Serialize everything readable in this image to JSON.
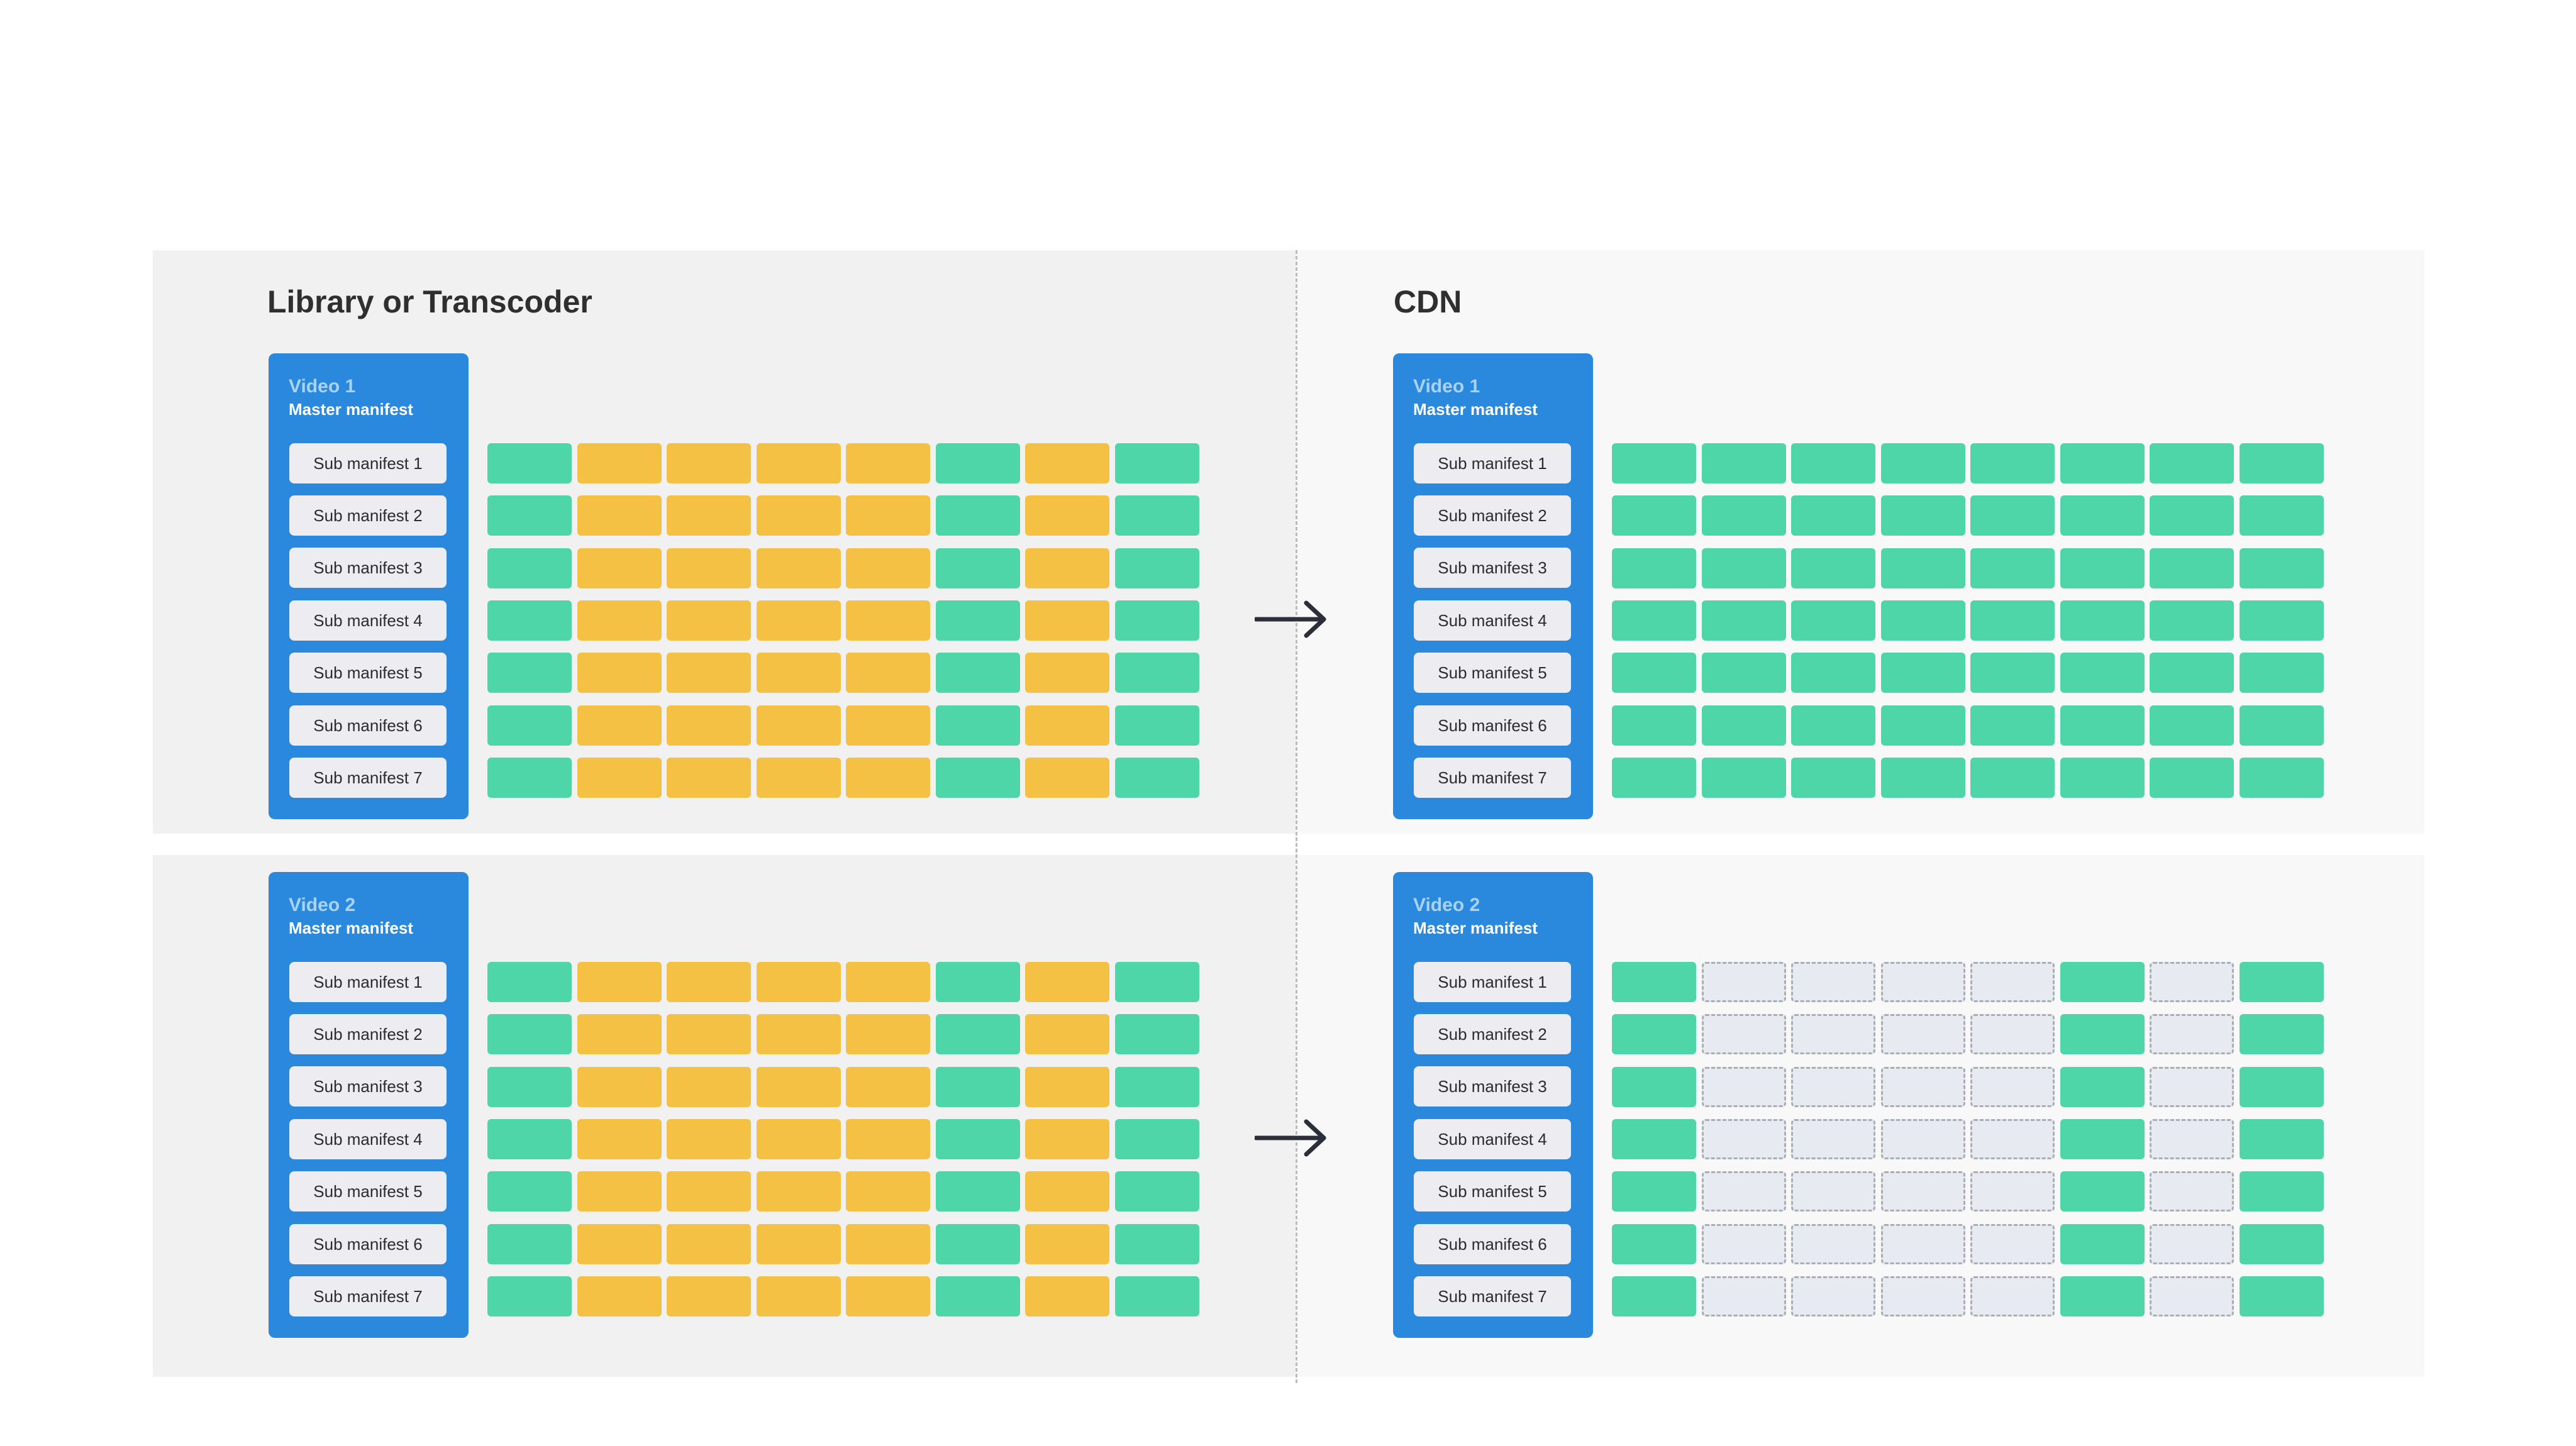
{
  "headings": {
    "left": "Library or Transcoder",
    "right": "CDN"
  },
  "colors": {
    "cached": "#4fd6a8",
    "transcoded": "#f5c145",
    "missing": "#e7ebf1",
    "card": "#2a89dc"
  },
  "rows": [
    {
      "left": {
        "video": "Video 1",
        "master": "Master manifest",
        "subs": [
          "Sub manifest 1",
          "Sub manifest 2",
          "Sub manifest 3",
          "Sub manifest 4",
          "Sub manifest 5",
          "Sub manifest 6",
          "Sub manifest 7"
        ],
        "segment_pattern": [
          "green",
          "yellow",
          "yellow",
          "yellow",
          "yellow",
          "green",
          "yellow",
          "green"
        ]
      },
      "right": {
        "video": "Video 1",
        "master": "Master manifest",
        "subs": [
          "Sub manifest 1",
          "Sub manifest 2",
          "Sub manifest 3",
          "Sub manifest 4",
          "Sub manifest 5",
          "Sub manifest 6",
          "Sub manifest 7"
        ],
        "segment_pattern": [
          "green",
          "green",
          "green",
          "green",
          "green",
          "green",
          "green",
          "green"
        ]
      }
    },
    {
      "left": {
        "video": "Video 2",
        "master": "Master manifest",
        "subs": [
          "Sub manifest 1",
          "Sub manifest 2",
          "Sub manifest 3",
          "Sub manifest 4",
          "Sub manifest 5",
          "Sub manifest 6",
          "Sub manifest 7"
        ],
        "segment_pattern": [
          "green",
          "yellow",
          "yellow",
          "yellow",
          "yellow",
          "green",
          "yellow",
          "green"
        ]
      },
      "right": {
        "video": "Video 2",
        "master": "Master manifest",
        "subs": [
          "Sub manifest 1",
          "Sub manifest 2",
          "Sub manifest 3",
          "Sub manifest 4",
          "Sub manifest 5",
          "Sub manifest 6",
          "Sub manifest 7"
        ],
        "segment_pattern": [
          "green",
          "empty",
          "empty",
          "empty",
          "empty",
          "green",
          "empty",
          "green"
        ]
      }
    }
  ]
}
